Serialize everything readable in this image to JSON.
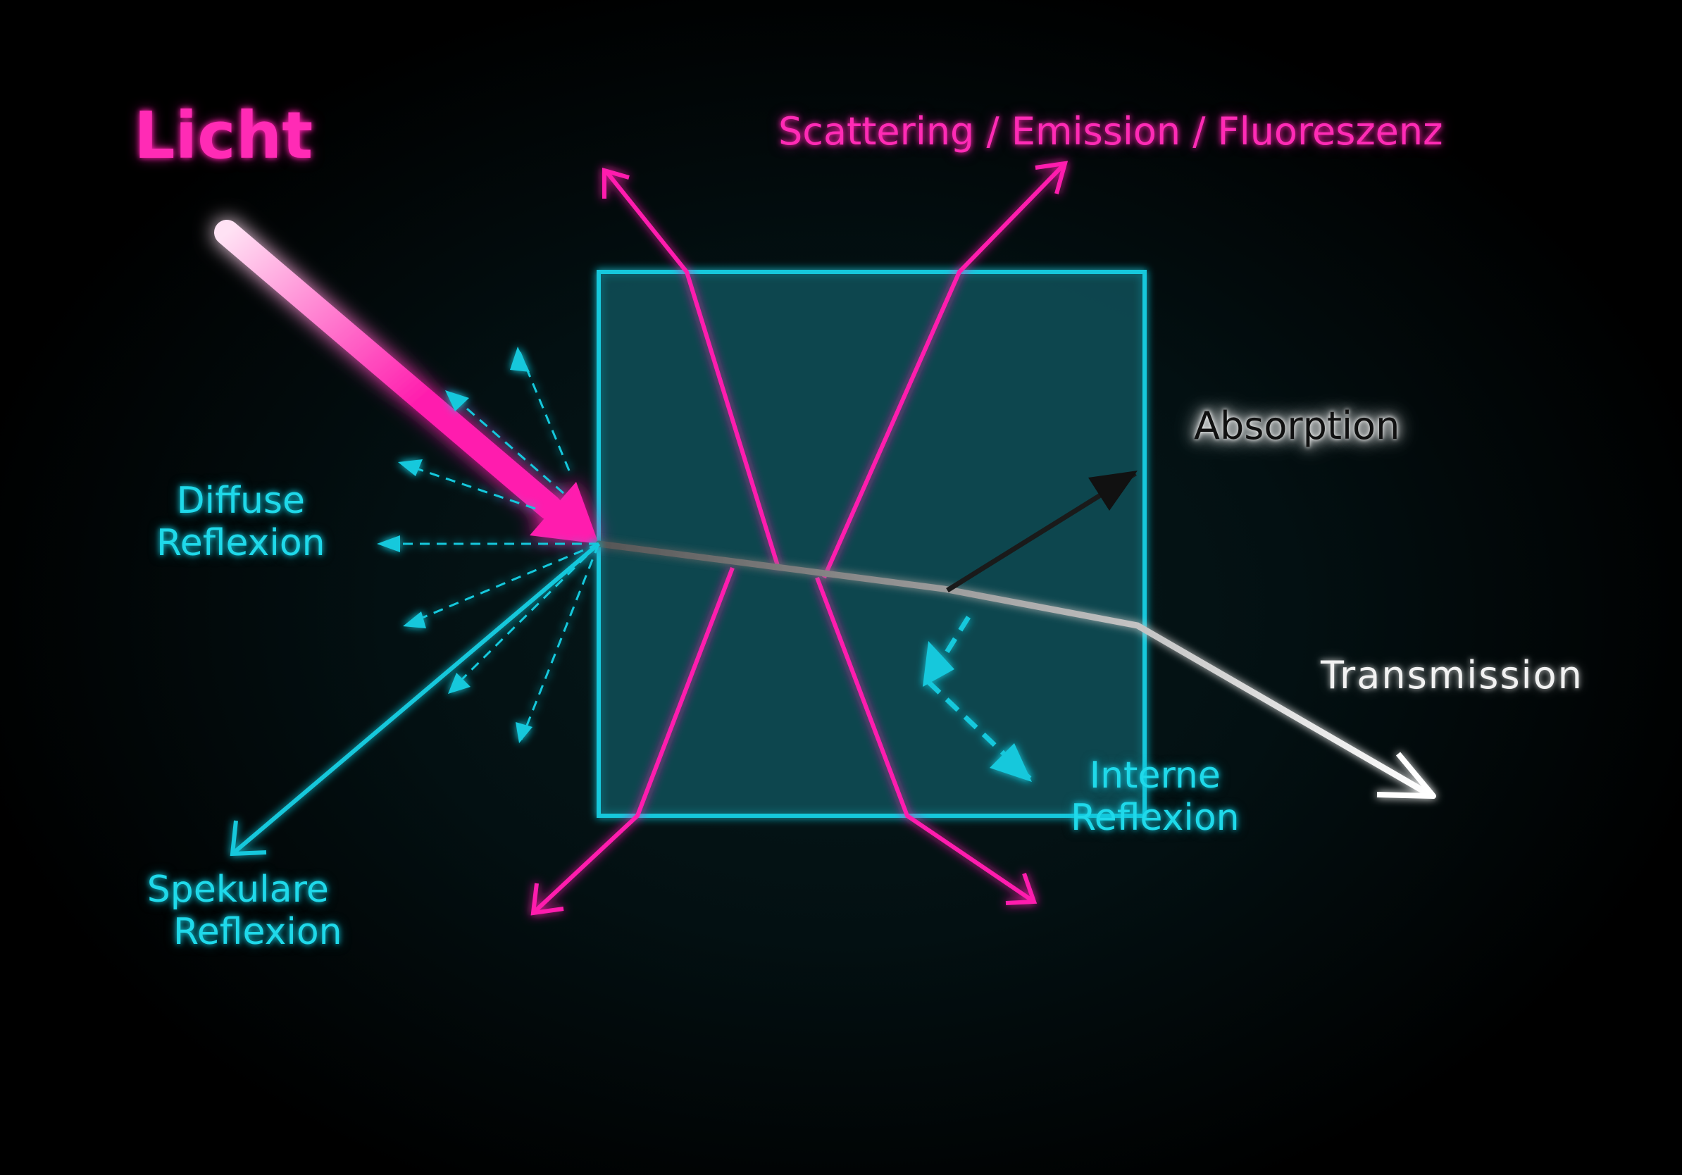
{
  "labels": {
    "licht": "Licht",
    "scattering": "Scattering / Emission / Fluoreszenz",
    "absorption": "Absorption",
    "transmission": "Transmission",
    "diffuse_line1": "Diffuse",
    "diffuse_line2": "Reflexion",
    "specular_line1": "Spekulare",
    "specular_line2": "Reflexion",
    "internal_line1": "Interne",
    "internal_line2": "Reflexion"
  },
  "colors": {
    "magenta": "#ff1fae",
    "cyan": "#12c8dc",
    "block_fill": "#0c4a52",
    "white": "#f2f2f2",
    "background": "#000000"
  }
}
